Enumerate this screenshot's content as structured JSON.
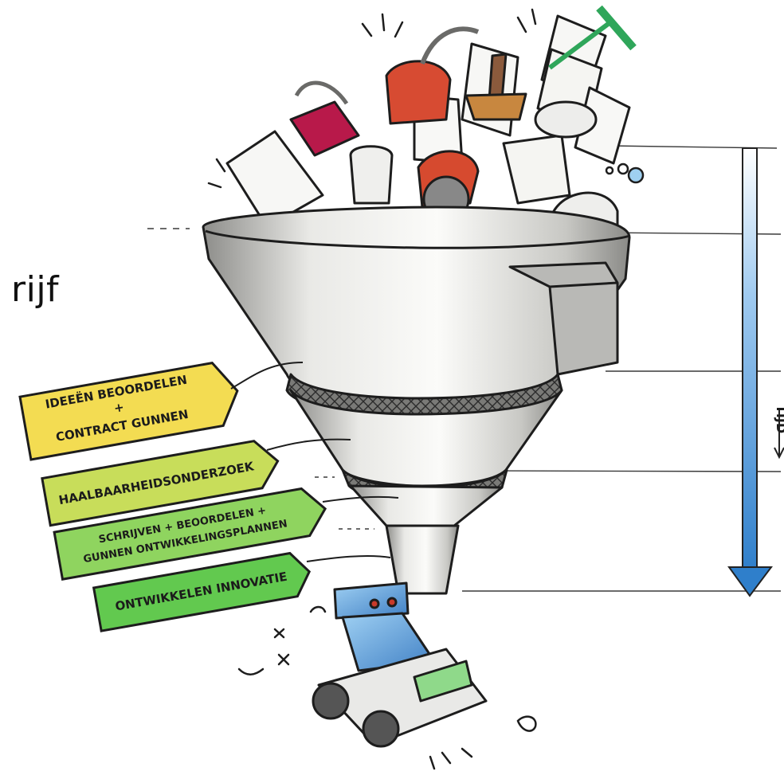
{
  "partial_text_left": "rijf",
  "stages": [
    {
      "lines": [
        "IDEEËN BEOORDELEN",
        "+",
        "CONTRACT GUNNEN"
      ],
      "color": "#f3dc52"
    },
    {
      "lines": [
        "HAALBAARHEIDSONDERZOEK"
      ],
      "color": "#c8dd5a"
    },
    {
      "lines": [
        "SCHRIJVEN + BEOORDELEN +",
        "GUNNEN ONTWIKKELINGSPLANNEN"
      ],
      "color": "#8fd45f"
    },
    {
      "lines": [
        "ONTWIKKELEN INNOVATIE"
      ],
      "color": "#62c94f"
    }
  ],
  "time_axis": {
    "label": "TIJD",
    "arrow_color": "#3d8bd4"
  },
  "colors": {
    "outline": "#1d1d1d",
    "funnel_light": "#f2f2f0",
    "funnel_shadow": "#9b9b98",
    "robot_blue": "#5ea2d8",
    "robot_green": "#8fd98a"
  }
}
